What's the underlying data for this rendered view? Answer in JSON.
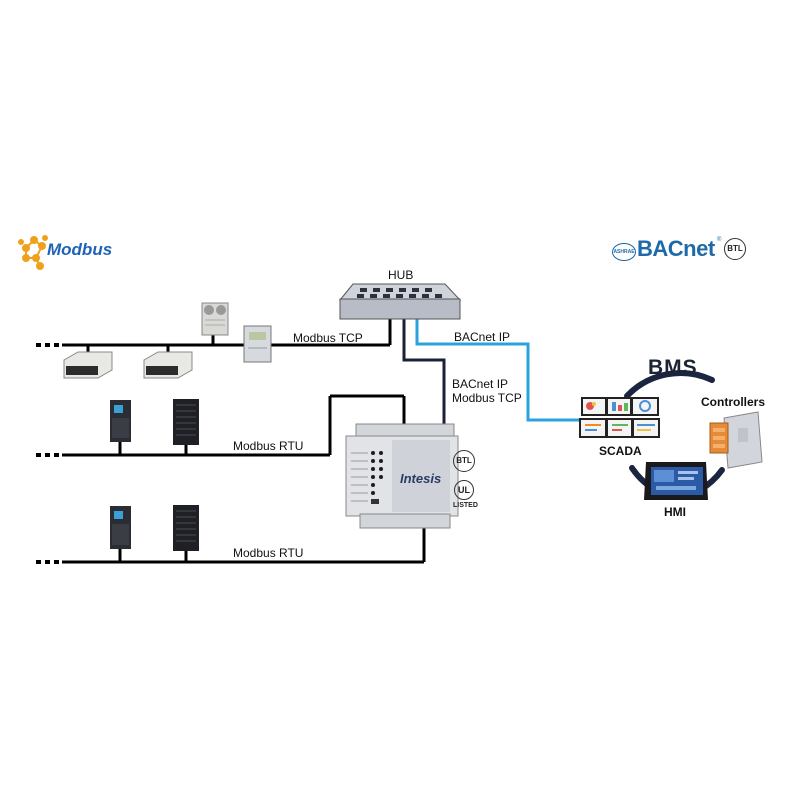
{
  "logos": {
    "modbus": "Modbus",
    "bacnet": "BACnet",
    "bacnet_tm": "®",
    "ashrae": "ASHRAE",
    "btl": "BTL",
    "ul": "UL",
    "listed": "LISTED",
    "intesis": "Intesis"
  },
  "labels": {
    "hub": "HUB",
    "modbus_tcp": "Modbus TCP",
    "bacnet_ip_top": "BACnet IP",
    "bacnet_ip_mid": "BACnet IP",
    "modbus_tcp_mid": "Modbus TCP",
    "modbus_rtu_1": "Modbus RTU",
    "modbus_rtu_2": "Modbus RTU",
    "bms": "BMS",
    "controllers": "Controllers",
    "scada": "SCADA",
    "hmi": "HMI"
  },
  "colors": {
    "bus_line": "#000000",
    "bacnet_line": "#2aa3dc",
    "dark_line": "#1b1f3b",
    "modbus_blue": "#1e63b8",
    "modbus_orange": "#f0a11c",
    "bacnet_blue": "#1e6aa8"
  }
}
